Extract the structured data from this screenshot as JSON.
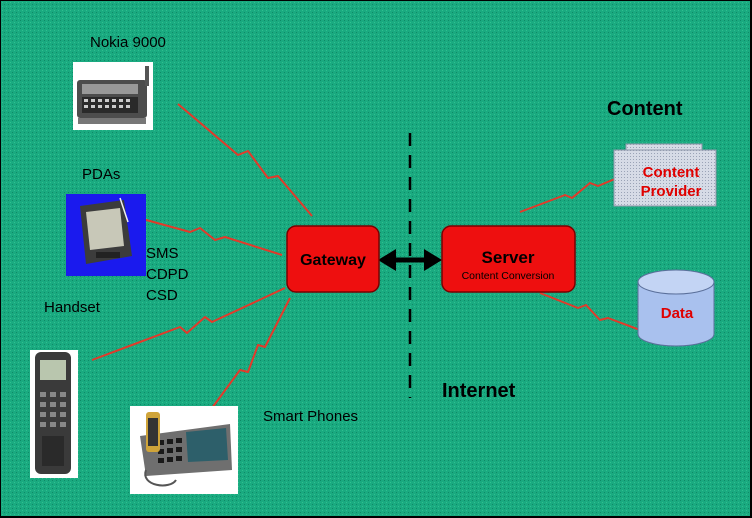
{
  "colors": {
    "background": "#1aaa80",
    "box_fill": "#ee0f0f",
    "box_stroke": "#7a0000",
    "link": "#e23a2a",
    "provider_text": "#e00000",
    "cylinder": "#a9c1ee"
  },
  "devices": {
    "nokia": {
      "label": "Nokia 9000",
      "icon": "communicator-phone-icon"
    },
    "pda": {
      "label": "PDAs",
      "icon": "pda-icon"
    },
    "handset": {
      "label": "Handset",
      "icon": "mobile-handset-icon"
    },
    "smartphone": {
      "label": "Smart Phones",
      "icon": "smart-phone-icon"
    }
  },
  "bearers": [
    "SMS",
    "CDPD",
    "CSD"
  ],
  "gateway": {
    "label": "Gateway"
  },
  "server": {
    "label": "Server",
    "sublabel": "Content Conversion"
  },
  "content": {
    "heading": "Content",
    "provider_lines": [
      "Content",
      "Provider"
    ],
    "data_label": "Data"
  },
  "internet_label": "Internet"
}
